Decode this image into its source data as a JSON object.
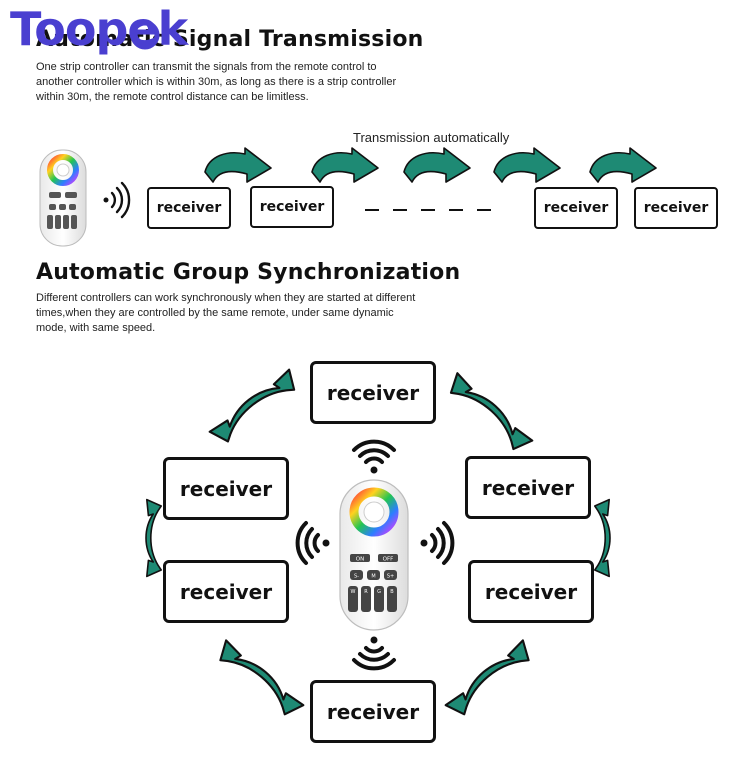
{
  "brand": {
    "logo_text": "Toopek"
  },
  "section1": {
    "title": "Automatic Signal Transmission",
    "description_lines": [
      "One strip controller can transmit the signals from the remote control to",
      "another controller which is within 30m, as long as there is a strip controller",
      "within 30m, the remote control distance can be limitless."
    ],
    "caption": "Transmission automatically",
    "receivers": [
      "receiver",
      "receiver",
      "receiver",
      "receiver"
    ]
  },
  "section2": {
    "title": "Automatic Group Synchronization",
    "description_lines": [
      "Different controllers can work synchronously when they are started at different",
      "times,when they are controlled by the same remote, under same dynamic",
      "mode, with same speed."
    ],
    "receivers": [
      "receiver",
      "receiver",
      "receiver",
      "receiver",
      "receiver",
      "receiver"
    ]
  },
  "remote": {
    "buttons": [
      "ON",
      "OFF",
      "S-",
      "M",
      "S+",
      "W",
      "R",
      "G",
      "B"
    ]
  },
  "colors": {
    "arrow_fill": "#1e8a74",
    "arrow_stroke": "#111111",
    "logo": "#4a3fd0"
  }
}
